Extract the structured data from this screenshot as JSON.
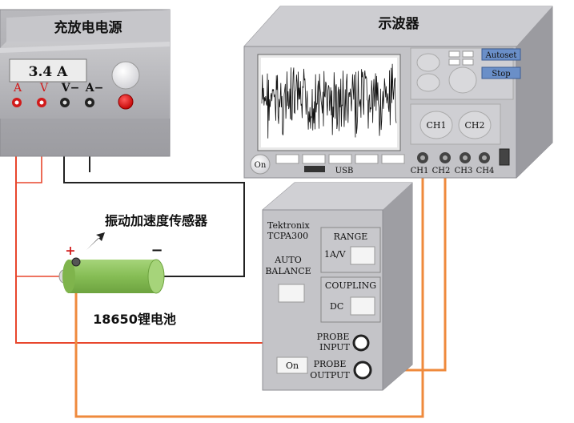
{
  "power_supply": {
    "title": "充放电电源",
    "display": "3.4 A",
    "terminals": [
      "A",
      "V",
      "V−",
      "A−"
    ],
    "colors": {
      "positive": "#d11a1a",
      "negative": "#222222"
    }
  },
  "oscilloscope": {
    "title": "示波器",
    "buttons": [
      "Autoset",
      "Stop"
    ],
    "knobs": [
      "CH1",
      "CH2"
    ],
    "on_button": "On",
    "usb": "USB",
    "channels": [
      "CH1",
      "CH2",
      "CH3",
      "CH4"
    ]
  },
  "probe": {
    "brand": "Tektronix",
    "model": "TCPA300",
    "auto_balance": [
      "AUTO",
      "BALANCE"
    ],
    "range_title": "RANGE",
    "range_value": "1A/V",
    "coupling_title": "COUPLING",
    "coupling_value": "DC",
    "on_button": "On",
    "probe_input": [
      "PROBE",
      "INPUT"
    ],
    "probe_output": [
      "PROBE",
      "OUTPUT"
    ]
  },
  "sensor": {
    "label": "振动加速度传感器"
  },
  "battery": {
    "label": "18650锂电池",
    "plus": "+",
    "minus": "−",
    "color": "#8fc75e"
  },
  "wires": {
    "red": "#e8472d",
    "orange": "#ef8a3c",
    "black": "#222222"
  }
}
